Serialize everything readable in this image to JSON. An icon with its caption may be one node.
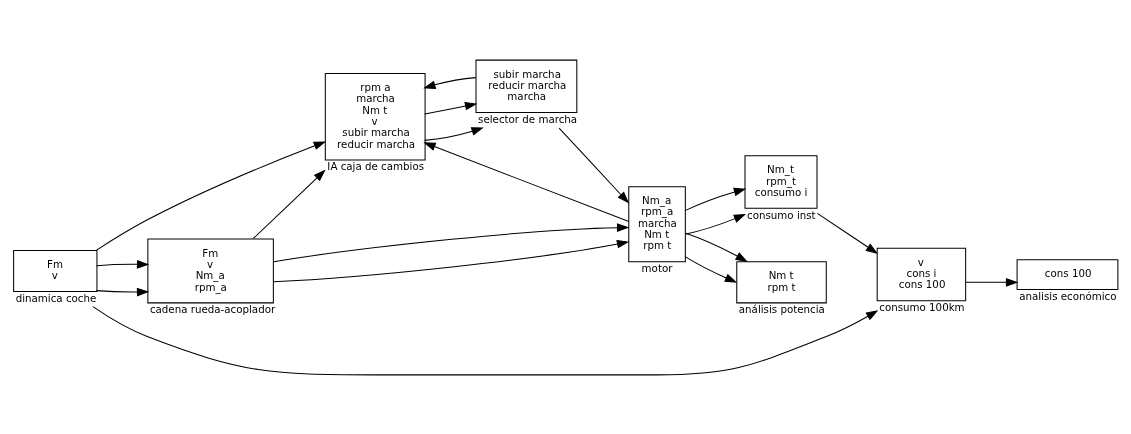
{
  "diagram": {
    "nodes": [
      {
        "text": [
          "Fm",
          "v"
        ],
        "beside": [
          "dinamica coche"
        ]
      },
      {
        "text": [
          "Fm",
          "v",
          "Nm_a",
          "rpm_a"
        ],
        "beside": [
          "cadena rueda-acoplador"
        ]
      },
      {
        "text": [
          "rpm a",
          "marcha",
          "Nm t",
          "v",
          "subir marcha",
          "reducir marcha"
        ],
        "beside": [
          "IA caja de cambios"
        ]
      },
      {
        "text": [
          "subir marcha",
          "reducir marcha",
          "marcha"
        ],
        "beside": [
          "selector de marcha"
        ]
      },
      {
        "text": [
          "Nm_a",
          "rpm_a",
          "marcha",
          "Nm t",
          "rpm t"
        ],
        "beside": [
          "motor"
        ]
      },
      {
        "text": [
          "Nm_t",
          "rpm_t",
          "consumo i"
        ],
        "beside": [
          "consumo inst"
        ]
      },
      {
        "text": [
          "v",
          "cons i",
          "cons 100"
        ],
        "beside": [
          "consumo 100km"
        ]
      },
      {
        "text": [
          "cons 100"
        ],
        "beside": [
          "analisis económico"
        ]
      },
      {
        "text": [
          "Nm t",
          "rpm t"
        ],
        "beside": [
          "análisis potencia"
        ]
      }
    ],
    "edges": [
      {
        "from": 0,
        "to": 1,
        "arrow": "to"
      },
      {
        "from": 0,
        "to": 1,
        "arrow": "to"
      },
      {
        "from": 0,
        "to": 2,
        "arrow": "to"
      },
      {
        "from": 0,
        "to": 6,
        "arrow": "to"
      },
      {
        "from": 1,
        "to": 4,
        "arrow": "to"
      },
      {
        "from": 1,
        "to": 4,
        "arrow": "to"
      },
      {
        "from": 1,
        "to": 2,
        "arrow": "to"
      },
      {
        "from": 2,
        "to": 3,
        "arrow": "to"
      },
      {
        "from": 2,
        "to": 3,
        "arrow": "to"
      },
      {
        "from": 3,
        "to": 2,
        "arrow": "to"
      },
      {
        "from": 3,
        "to": 4,
        "arrow": "to"
      },
      {
        "from": 4,
        "to": 2,
        "arrow": "to"
      },
      {
        "from": 4,
        "to": 5,
        "arrow": "to"
      },
      {
        "from": 4,
        "to": 8,
        "arrow": "to"
      },
      {
        "from": 4,
        "to": 5,
        "arrow": "to"
      },
      {
        "from": 4,
        "to": 8,
        "arrow": "to"
      },
      {
        "from": 5,
        "to": 6,
        "arrow": "to"
      },
      {
        "from": 6,
        "to": 7,
        "arrow": "to"
      }
    ]
  }
}
